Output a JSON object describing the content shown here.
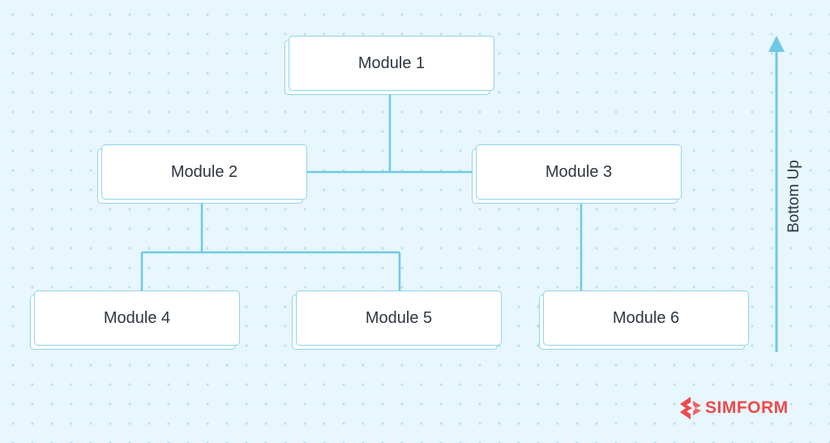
{
  "modules": [
    {
      "id": "module-1",
      "label": "Module 1"
    },
    {
      "id": "module-2",
      "label": "Module 2"
    },
    {
      "id": "module-3",
      "label": "Module 3"
    },
    {
      "id": "module-4",
      "label": "Module 4"
    },
    {
      "id": "module-5",
      "label": "Module 5"
    },
    {
      "id": "module-6",
      "label": "Module 6"
    }
  ],
  "connections": [
    {
      "from": "Module 1",
      "to": "Module 2"
    },
    {
      "from": "Module 1",
      "to": "Module 3"
    },
    {
      "from": "Module 2",
      "to": "Module 4"
    },
    {
      "from": "Module 2",
      "to": "Module 5"
    },
    {
      "from": "Module 3",
      "to": "Module 6"
    }
  ],
  "direction_label": "Bottom Up",
  "brand": {
    "name": "SIMFORM",
    "color": "#ee4a4a"
  },
  "colors": {
    "background": "#e8f6fd",
    "line": "#6ec9e4",
    "card_border": "#8fd3ea",
    "text": "#2e3640"
  }
}
